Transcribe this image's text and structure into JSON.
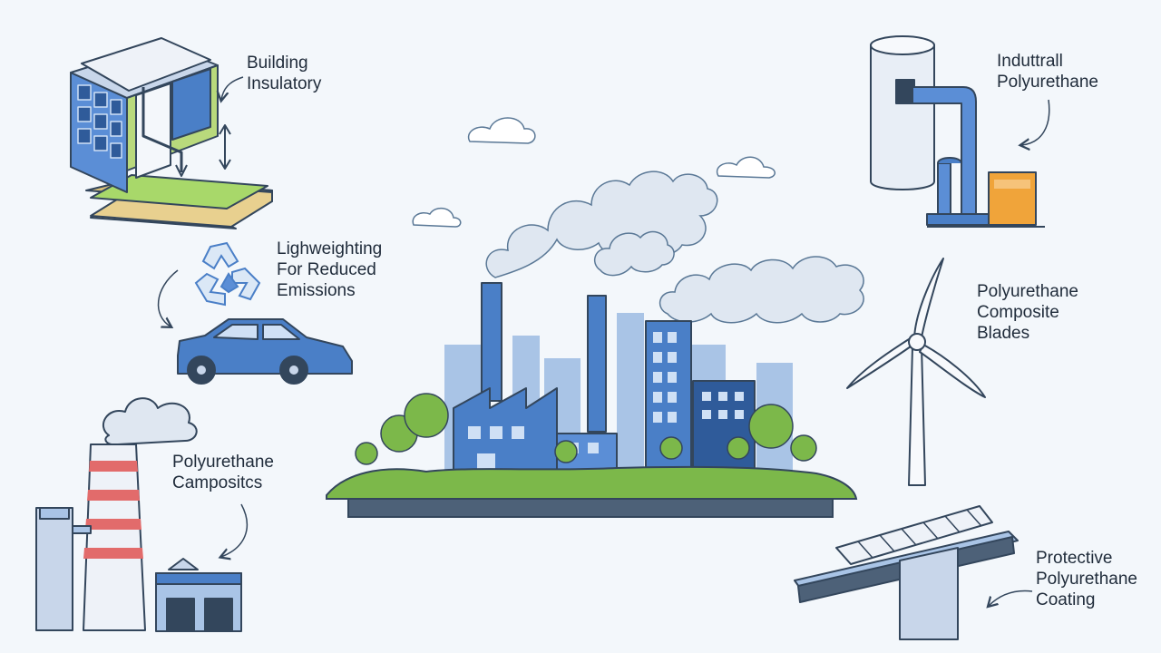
{
  "labels": {
    "building": [
      "Building",
      "Insulatory"
    ],
    "lightweighting": [
      "Lighweighting",
      "For Reduced",
      "Emissions"
    ],
    "composites": [
      "Polyurethane",
      "Campositcs"
    ],
    "industrial": [
      "Induttrall",
      "Polyurethane"
    ],
    "blades": [
      "Polyurethane",
      "Composite",
      "Blades"
    ],
    "coating": [
      "Protective",
      "Polyurethane",
      "Coating"
    ]
  },
  "colors": {
    "background": "#f3f7fb",
    "blue": "#4a7fc7",
    "blue_dark": "#2f5b9a",
    "blue_light": "#a9c4e6",
    "green": "#7cb84a",
    "cloud": "#dfe7f1",
    "red_stripe": "#e26b6b",
    "orange": "#f0a43a",
    "outline": "#33465c"
  },
  "icons": [
    "house-insulation-icon",
    "recycle-icon",
    "car-icon",
    "power-plant-icon",
    "factory-city-icon",
    "pipe-tank-icon",
    "wind-turbine-icon",
    "bridge-icon",
    "cloud-icon"
  ]
}
